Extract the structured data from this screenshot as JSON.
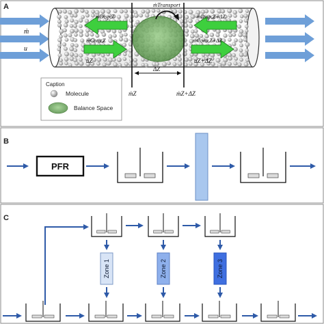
{
  "panels": {
    "a": {
      "letter": "A",
      "labels": {
        "m_transport": "ṁTransport",
        "m_disp_z": "ṁDisp,Z",
        "m_disp_z_dz": "ṁDisp,Z+ΔZ",
        "m_conv_z": "ṁConv,Z",
        "m_conv_z_dz": "ṁConv,Z+ΔZ",
        "m_in": "ṁ",
        "u_in": "u",
        "u_z": "uZ",
        "u_z_dz": "uZ+ΔZ",
        "delta_z": "ΔZ",
        "m_z": "ṁZ",
        "m_z_dz": "ṁZ+ΔZ"
      },
      "caption": {
        "title": "Caption",
        "molecule": "Molecule",
        "balance_space": "Balance Space"
      }
    },
    "b": {
      "letter": "B",
      "pfr_label": "PFR"
    },
    "c": {
      "letter": "C",
      "zones": [
        "Zone 1",
        "Zone 2",
        "Zone 3"
      ]
    }
  },
  "colors": {
    "flow_arrow": "#2e5aa8",
    "inlet_arrow": "#6e9fd8",
    "green_arrow": "#3ecf3e",
    "balance_space": "#7aa86a",
    "column": "#a9c7ee",
    "zone1": "#d8e4f6",
    "zone2": "#8eb0ec",
    "zone3": "#3f6fe0"
  }
}
